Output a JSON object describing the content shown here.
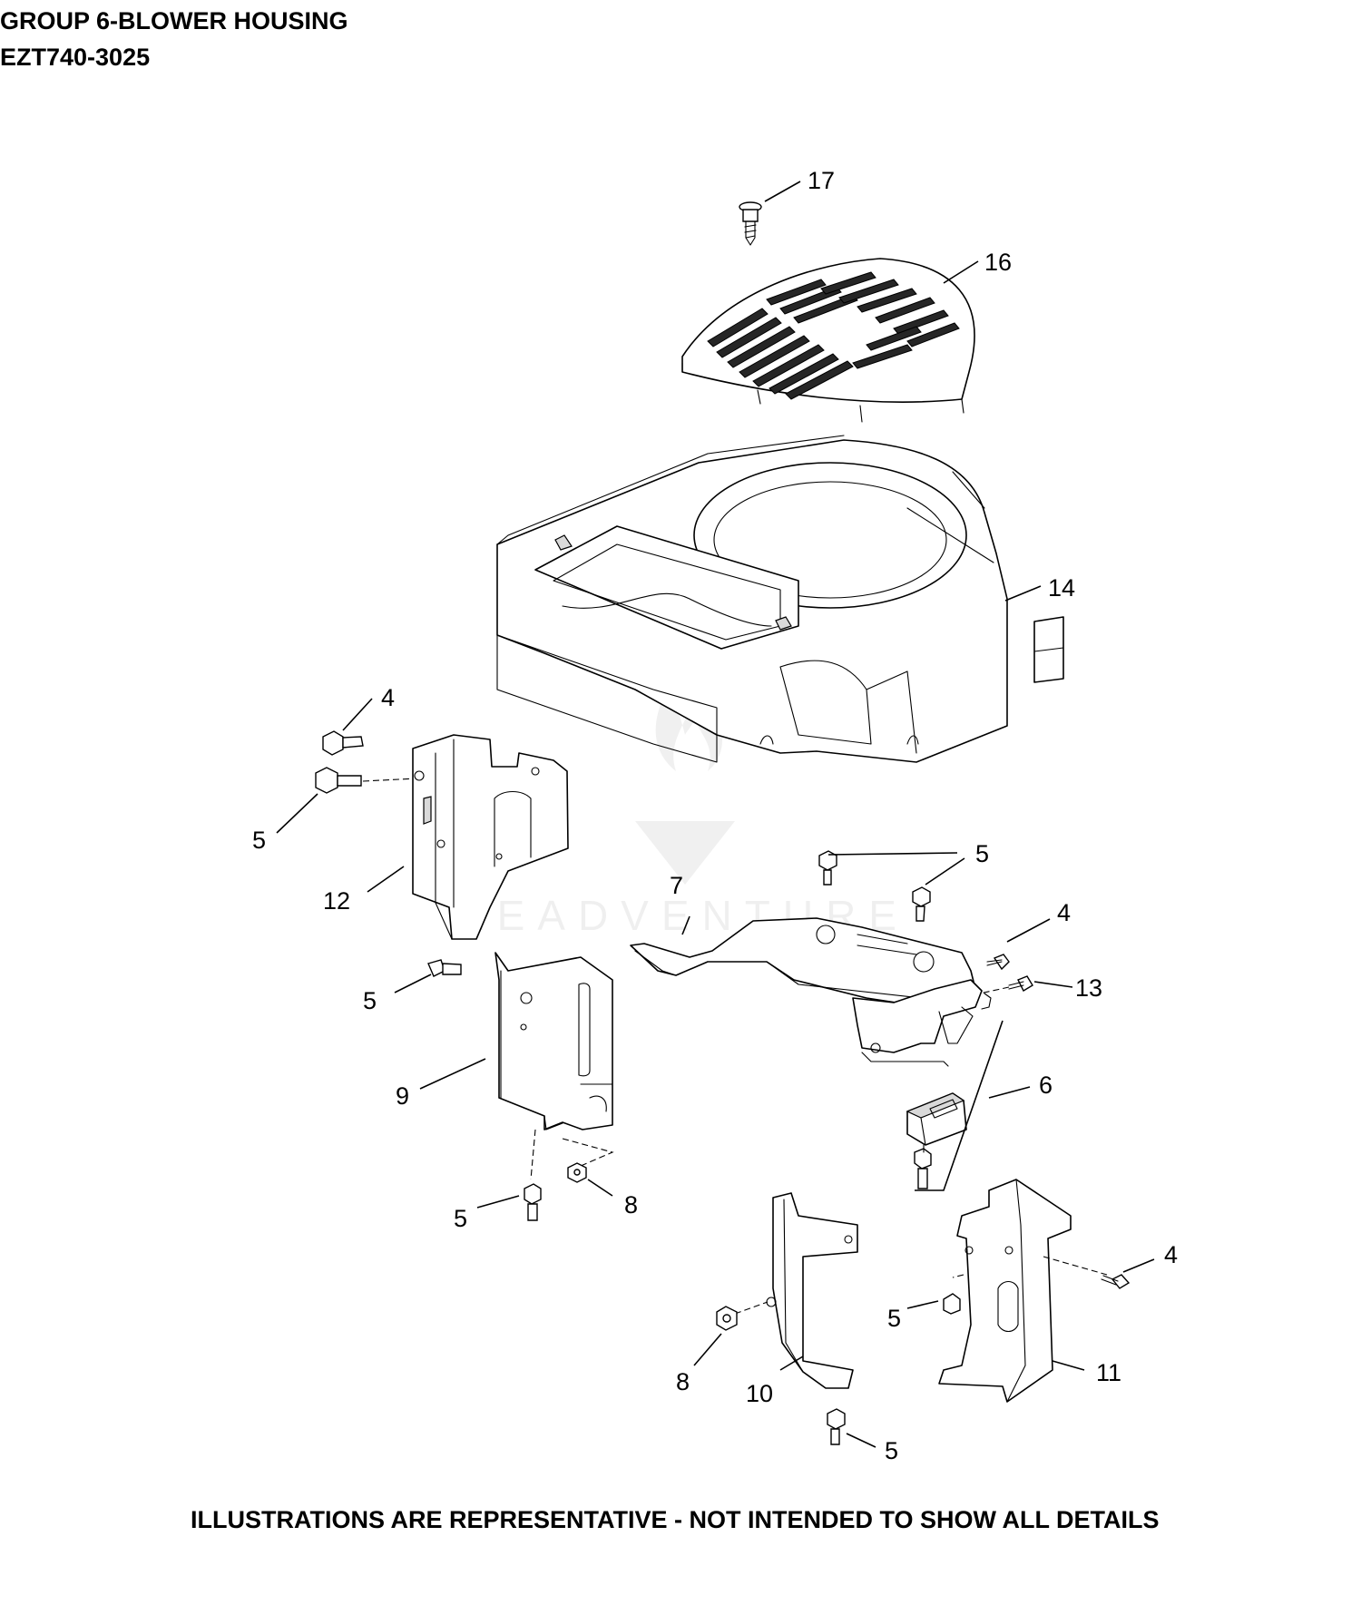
{
  "header": {
    "title": "GROUP 6-BLOWER HOUSING",
    "model": "EZT740-3025"
  },
  "footer": {
    "note": "ILLUSTRATIONS ARE REPRESENTATIVE - NOT INTENDED TO SHOW ALL DETAILS"
  },
  "watermark": {
    "text": "LEADVENTURE"
  },
  "callouts": [
    {
      "id": "c17",
      "label": "17"
    },
    {
      "id": "c16",
      "label": "16"
    },
    {
      "id": "c14",
      "label": "14"
    },
    {
      "id": "c4a",
      "label": "4"
    },
    {
      "id": "c5a",
      "label": "5"
    },
    {
      "id": "c12",
      "label": "12"
    },
    {
      "id": "c5b",
      "label": "5"
    },
    {
      "id": "c7",
      "label": "7"
    },
    {
      "id": "c4b",
      "label": "4"
    },
    {
      "id": "c13",
      "label": "13"
    },
    {
      "id": "c5c",
      "label": "5"
    },
    {
      "id": "c9",
      "label": "9"
    },
    {
      "id": "c6",
      "label": "6"
    },
    {
      "id": "c5d",
      "label": "5"
    },
    {
      "id": "c8a",
      "label": "8"
    },
    {
      "id": "c4c",
      "label": "4"
    },
    {
      "id": "c5e",
      "label": "5"
    },
    {
      "id": "c11",
      "label": "11"
    },
    {
      "id": "c8b",
      "label": "8"
    },
    {
      "id": "c10",
      "label": "10"
    },
    {
      "id": "c5f",
      "label": "5"
    }
  ]
}
